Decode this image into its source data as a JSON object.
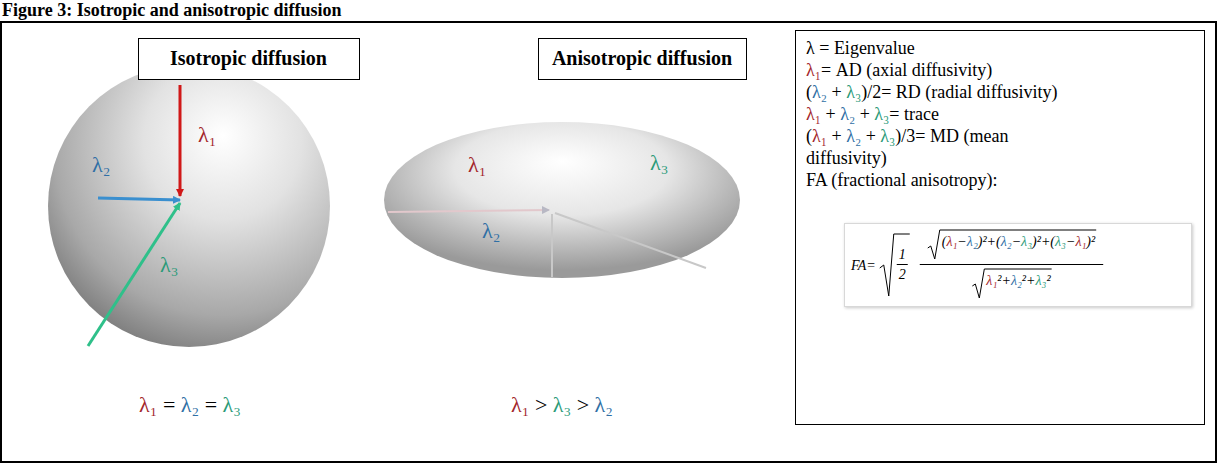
{
  "diagram": {
    "title": "Figure 3: Isotropic and anisotropic diffusion",
    "nodes": [
      {
        "text": [
          "Isotropic diffusion"
        ]
      },
      {
        "text": [
          "Anisotropic diffusion"
        ]
      },
      {
        "text": [
          "λ = Eigenvalue",
          "λ₁= AD (axial diffusivity)",
          "(λ₂ + λ₃)/2= RD (radial diffusivity)",
          "λ₁ + λ₂ + λ₃= trace",
          "(λ₁ + λ₂ + λ₃)/3= MD (mean diffusivity)",
          "FA (fractional anisotropy):"
        ]
      },
      {
        "text": [
          "FA=",
          "1",
          "2",
          "(λ₁−λ₂)²+(λ₂−λ₃)²+(λ₃−λ₁)²",
          "λ₁²+λ₂²+λ₃²"
        ],
        "in": 2
      }
    ],
    "labels": [
      "λ₁",
      "λ₂",
      "λ₃",
      "λ₁",
      "λ₂",
      "λ₃",
      "λ₁ = λ₂ = λ₃",
      "λ₁ > λ₃ > λ₂"
    ]
  }
}
